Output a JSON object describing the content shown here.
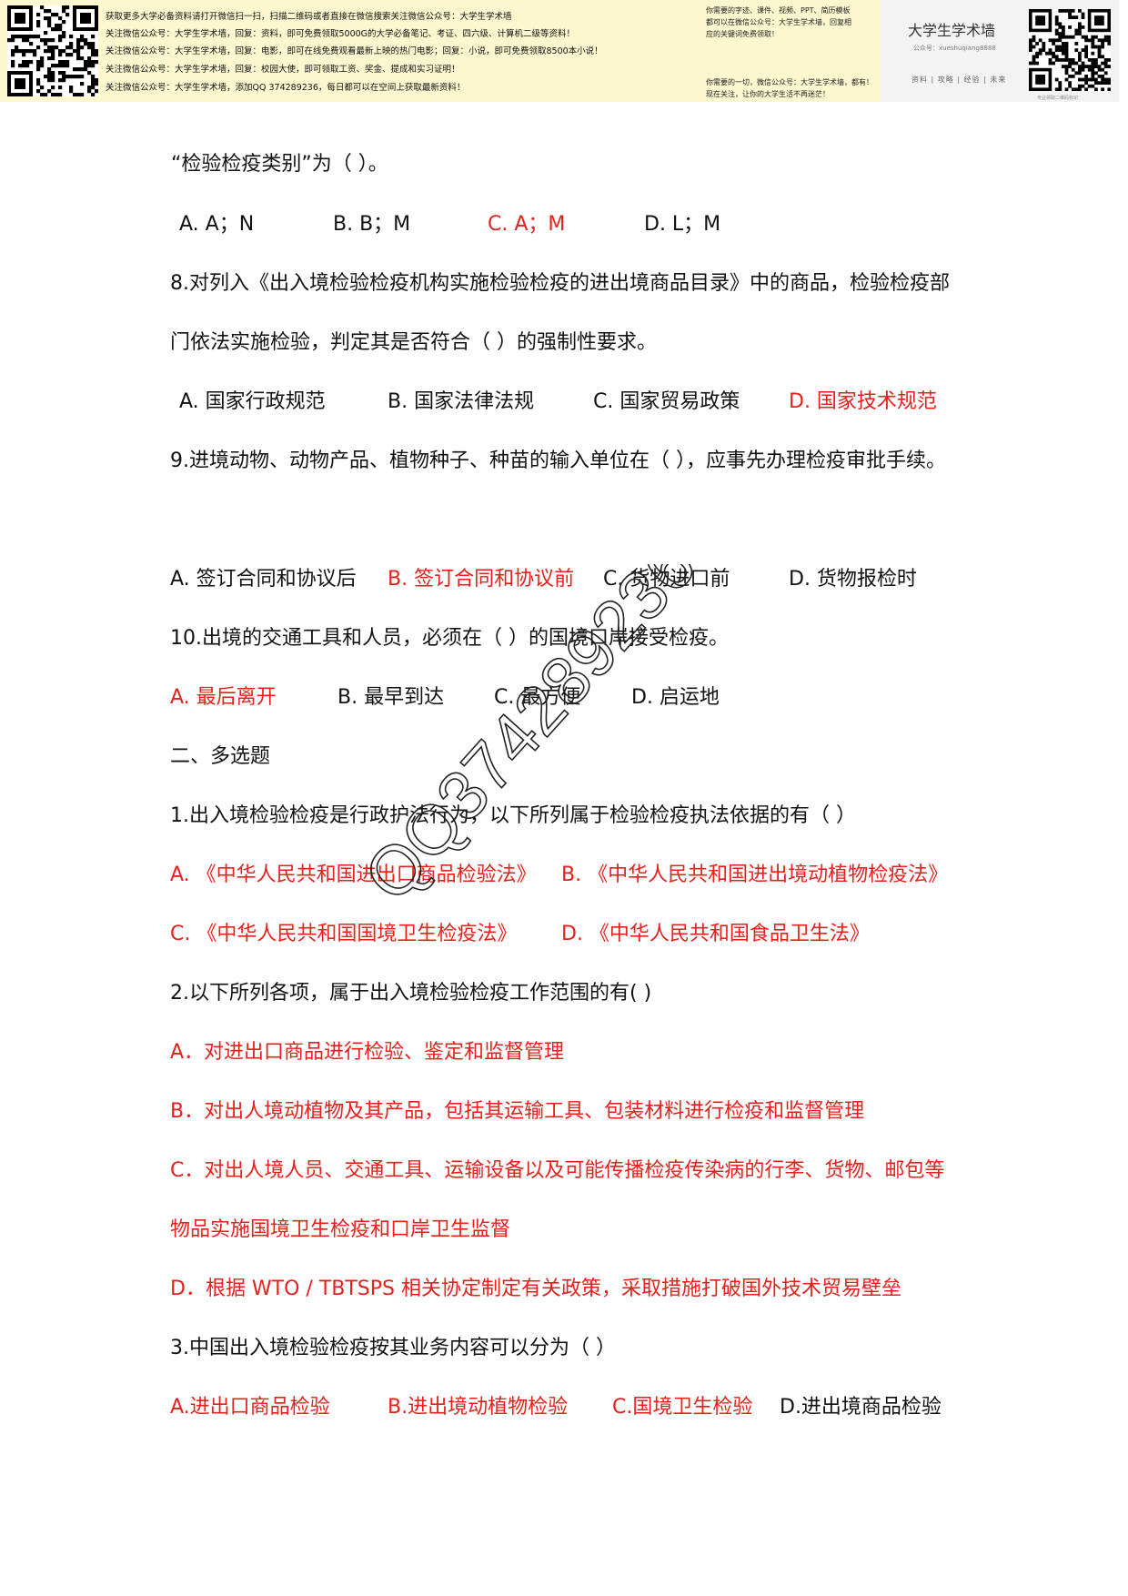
{
  "banner": {
    "ad_lines": [
      "获取更多大学必备资料请打开微信扫一扫，扫描二维码或者直接在微信搜索关注微信公众号：大学生学术墙",
      "关注微信公众号：大学生学术墙，回复：资料，即可免费领取5000G的大学必备笔记、考证、四六级、计算机二级等资料！",
      "关注微信公众号：大学生学术墙，回复：电影，即可在线免费观看最新上映的热门电影；回复：小说，即可免费领取8500本小说！",
      "关注微信公众号：大学生学术墙，回复：校园大使，即可领取工资、奖金、提成和实习证明！",
      "关注微信公众号：大学生学术墙，添加QQ 374289236，每日都可以在空间上获取最新资料！"
    ],
    "mid_lines": [
      "你需要的字迹、课件、视频、PPT、简历模板",
      "都可以在微信公众号：大学生学术墙，回复相",
      "应的关键词免费领取！",
      "你需要的一切，微信公众号：大学生学术墙，都有！",
      "现在关注，让你的大学生活不再迷茫！"
    ],
    "brand_title": "大学生学术墙",
    "brand_sub": "公众号：xueshuqiang8888",
    "brand_nav": "资料 | 攻略 | 经验 | 未来",
    "brand_foot": "专业领取二维码标识"
  },
  "doc": {
    "q7_tail": "“检验检疫类别”为（        ）。",
    "q7_opts": [
      "A. A；N",
      "B. B；M",
      "C. A；M",
      "D. L；M"
    ],
    "q8_line1": "8.对列入《出入境检验检疫机构实施检验检疫的进出境商品目录》中的商品，检验检疫部",
    "q8_line2": "门依法实施检验，判定其是否符合（         ）的强制性要求。",
    "q8_opts": [
      "A.  国家行政规范",
      "B.  国家法律法规",
      "C.  国家贸易政策",
      "D.  国家技术规范"
    ],
    "q9_line1": "9.进境动物、动物产品、植物种子、种苗的输入单位在（        ），应事先办理检疫审批手续。",
    "q9_opts": [
      "A.  签订合同和协议后",
      "B.  签订合同和协议前",
      "C.  货物进口前",
      "D.  货物报检时"
    ],
    "q10_line1": "10.出境的交通工具和人员，必须在（          ）的国境口岸接受检疫。",
    "q10_opts": [
      "A.  最后离开",
      "B.  最早到达",
      "C.  最方便",
      "D.  启运地"
    ],
    "section2": "二、多选题",
    "m1_line": "1.出入境检验检疫是行政护法行为，以下所列属于检验检疫执法依据的有（        ）",
    "m1_opts": [
      "A. 《中华人民共和国进出口商品检验法》",
      "B. 《中华人民共和国进出境动植物检疫法》",
      "C. 《中华人民共和国国境卫生检疫法》",
      "D. 《中华人民共和国食品卫生法》"
    ],
    "m2_line": "2.以下所列各项，属于出入境检验检疫工作范围的有(        )",
    "m2_opts": [
      "A．对进出口商品进行检验、鉴定和监督管理",
      "B．对出人境动植物及其产品，包括其运输工具、包装材料进行检疫和监督管理",
      "C．对出人境人员、交通工具、运输设备以及可能传播检疫传染病的行李、货物、邮包等",
      "物品实施国境卫生检疫和口岸卫生监督",
      "D．根据 WTO / TBTSPS 相关协定制定有关政策，采取措施打破国外技术贸易壁垒"
    ],
    "m3_line": "3.中国出入境检验检疫按其业务内容可以分为（         ）",
    "m3_opts": [
      "A.进出口商品检验",
      "B.进出境动植物检验",
      "C.国境卫生检验",
      "D.进出境商品检验"
    ]
  },
  "watermark": "QQ374289236",
  "colors": {
    "answer_red": "#e8201c",
    "text": "#111111",
    "banner_bg": "#fbf7cf"
  },
  "icons": [
    "qr-code-icon"
  ]
}
